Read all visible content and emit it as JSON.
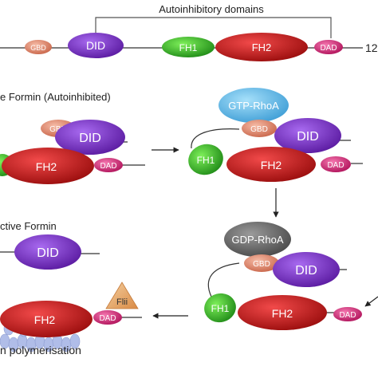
{
  "header": {
    "title": "Autoinhibitory domains",
    "length_label": "12"
  },
  "panels": {
    "autoinhibited_label": "e Formin (Autoinhibited)",
    "active_label": "ctive Formin",
    "polymerisation_label": "n polymerisation"
  },
  "domains": {
    "gbd": "GBD",
    "did": "DID",
    "fh1": "FH1",
    "fh2": "FH2",
    "dad": "DAD"
  },
  "regulators": {
    "gtp_rhoa": "GTP-RhoA",
    "gdp_rhoa": "GDP-RhoA",
    "flii": "Flii"
  },
  "colors": {
    "gbd": "#e8967a",
    "did": "#7a2fc6",
    "fh1": "#3fbf2f",
    "fh2": "#cf1f1f",
    "dad": "#e0307e",
    "gtp_rhoa": "#6cc4ee",
    "gdp_rhoa": "#707070",
    "flii": "#e8a86a",
    "actin": "#b0bde8"
  }
}
